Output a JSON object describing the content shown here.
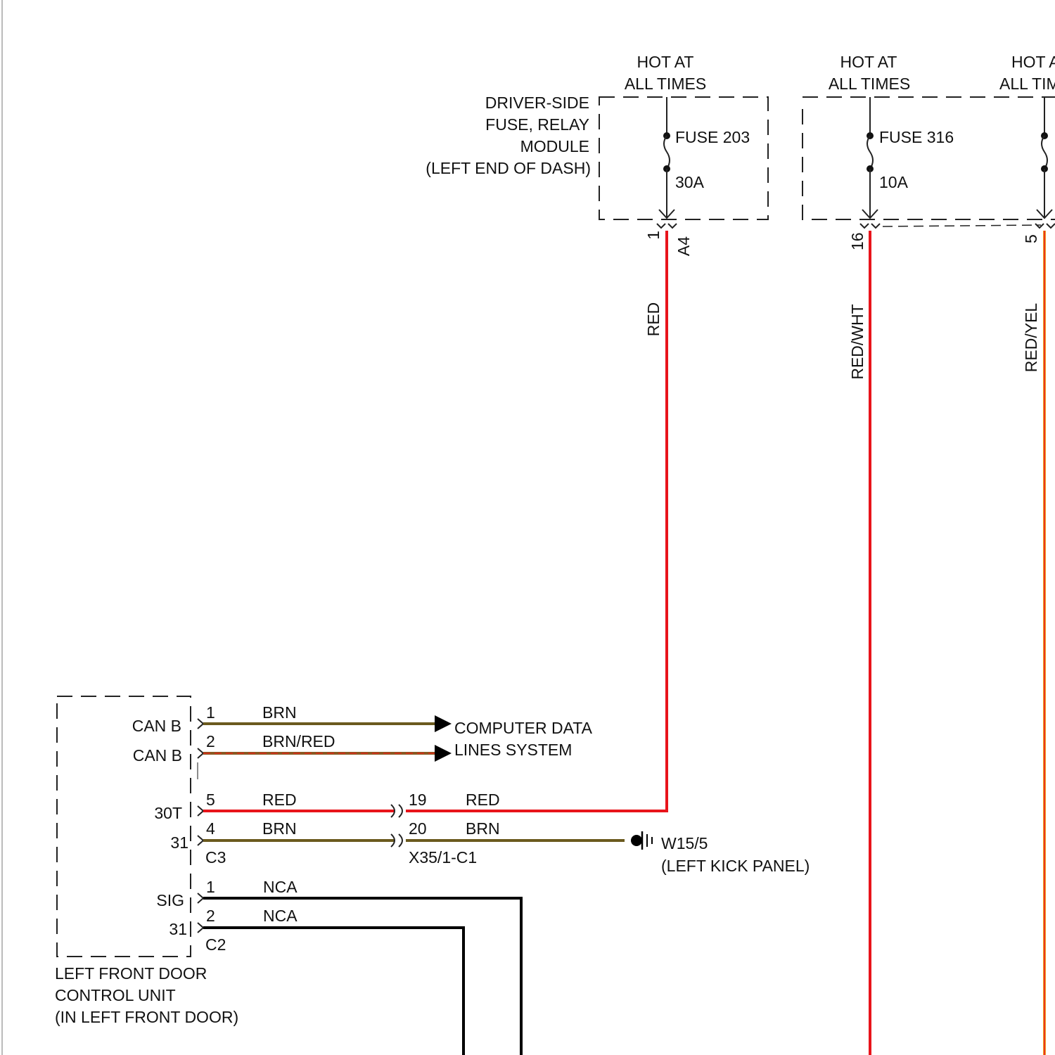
{
  "colors": {
    "red": "#e8141b",
    "brn": "#6b5a1e",
    "brn_red_base": "#8a5a22",
    "brn_red_stripe": "#e0281a",
    "red_wht": "#e8141b",
    "red_yel_base": "#f0a020",
    "red_yel_stripe": "#e8141b",
    "black": "#000000"
  },
  "fuse_blocks": [
    {
      "hot_label": [
        "HOT AT",
        "ALL TIMES"
      ],
      "module_label": [
        "DRIVER-SIDE",
        "FUSE, RELAY",
        "MODULE",
        "(LEFT END OF DASH)"
      ],
      "fuse_name": "FUSE 203",
      "fuse_rating": "30A",
      "pin": "1",
      "connector": "A4",
      "wire_color": "RED"
    },
    {
      "hot_label": [
        "HOT AT",
        "ALL TIMES"
      ],
      "fuse_name": "FUSE 316",
      "fuse_rating": "10A",
      "pin": "16",
      "wire_color": "RED/WHT"
    },
    {
      "hot_label": [
        "HOT AT",
        "ALL TIMES"
      ],
      "pin": "5",
      "wire_color": "RED/YEL"
    }
  ],
  "door_unit": {
    "label": [
      "LEFT FRONT DOOR",
      "CONTROL UNIT",
      "(IN LEFT FRONT DOOR)"
    ],
    "pin_labels": {
      "can_b_1": "CAN B",
      "can_b_2": "CAN B",
      "t30": "30T",
      "t31": "31",
      "sig": "SIG",
      "t31_c2": "31"
    }
  },
  "can_wires": [
    {
      "pin": "1",
      "color": "BRN"
    },
    {
      "pin": "2",
      "color": "BRN/RED"
    }
  ],
  "can_destination": [
    "COMPUTER DATA",
    "LINES SYSTEM"
  ],
  "c3_wires": [
    {
      "pin": "5",
      "color": "RED",
      "inline_pin": "19",
      "inline_color": "RED"
    },
    {
      "pin": "4",
      "color": "BRN",
      "inline_pin": "20",
      "inline_color": "BRN"
    }
  ],
  "c3_connector": "C3",
  "inline_connector": "X35/1-C1",
  "ground": [
    "W15/5",
    "(LEFT KICK PANEL)"
  ],
  "c2_wires": [
    {
      "pin": "1",
      "color": "NCA"
    },
    {
      "pin": "2",
      "color": "NCA"
    }
  ],
  "c2_connector": "C2"
}
